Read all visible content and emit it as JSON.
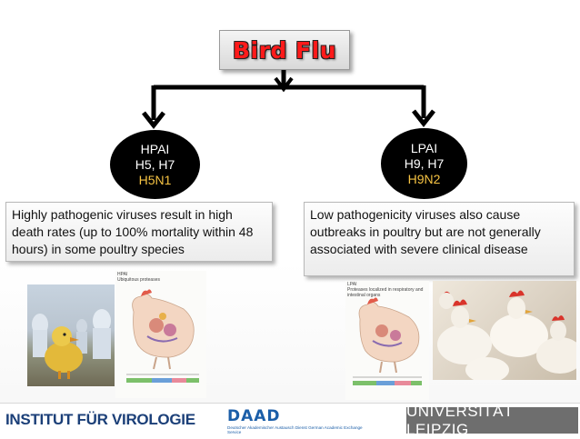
{
  "title": "Bird Flu",
  "branches": [
    {
      "name": "HPAI",
      "subtypes": "H5, H7",
      "highlight": "H5N1",
      "description": "Highly pathogenic viruses result in high death rates (up to 100% mortality within 48 hours) in some poultry species",
      "figure_caption": "HPAI\nUbiquitous proteases"
    },
    {
      "name": "LPAI",
      "subtypes": "H9, H7",
      "highlight": "H9N2",
      "description": "Low pathogenicity viruses also cause outbreaks in poultry but are not generally associated with severe clinical disease",
      "figure_caption": "LPAI\nProteases localized in respiratory and intestinal organs"
    }
  ],
  "footer": {
    "institute": "INSTITUT FÜR VIROLOGIE",
    "daad_logo": "DAAD",
    "daad_tagline": "Deutscher Akademischer Austausch Dienst German Academic Exchange Service",
    "university": "UNIVERSITÄT LEIPZIG"
  },
  "colors": {
    "title_red": "#ff1a1a",
    "highlight_yellow": "#f6c343",
    "ellipse_fill": "#000000",
    "university_gray": "#6e6e6e"
  }
}
